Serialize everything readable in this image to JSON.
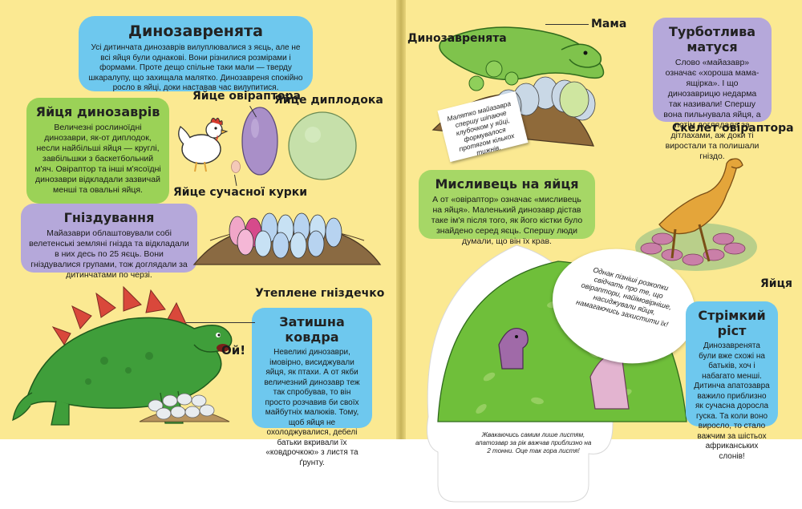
{
  "left": {
    "intro": {
      "title": "Динозавренята",
      "text": "Усі дитинчата динозаврів вилуплювалися з яєць, але не всі яйця були однакові. Вони різнилися розмірами і формами. Проте дещо спільне таки мали — тверду шкаралупу, що захищала малятко. Динозавреня спокійно росло в яйці, доки наставав час вилупитися."
    },
    "eggs": {
      "title": "Яйця динозаврів",
      "text": "Величезні рослиноїдні динозаври, як-от диплодок, несли найбільші яйця — круглі, завбільшки з баскетбольний м'яч. Овіраптор та інші м'ясоїдні динозаври відкладали зазвичай менші та овальні яйця."
    },
    "nesting": {
      "title": "Гніздування",
      "text": "Майазаври облаштовували собі велетенські земляні гнізда та відкладали в них десь по 25 яєць. Вони гніздувалися групами, тож доглядали за дитинчатами по черзі."
    },
    "blanket": {
      "title": "Затишна ковдра",
      "text": "Невеликі динозаври, імовірно, висиджували яйця, як птахи. А от якби величезний динозавр теж так спробував, то він просто розчавив би своїх майбутніх малюків. Тому, щоб яйця не охолоджувалися, дебелі батьки вкривали їх «ковдрочкою» з листя та ґрунту."
    },
    "labels": {
      "oviraptor_egg": "Яйце овіраптора",
      "diplodocus_egg": "Яйце диплодока",
      "chicken_egg": "Яйце сучасної курки",
      "warm_nest": "Утеплене гніздечко",
      "oi": "Ой!"
    }
  },
  "right": {
    "labels": {
      "baby_dinos": "Динозавренята",
      "mama": "Мама",
      "skeleton": "Скелет овіраптора",
      "eggs": "Яйця"
    },
    "caring_mom": {
      "title": "Турботлива матуся",
      "text": "Слово «майазавр» означає «хороша мама-ящірка». І що динозаврицю недарма так називали! Спершу вона пильнувала яйця, а потім доглядала за дітлахами, аж доки ті виростали та полишали гніздо."
    },
    "hunter": {
      "title": "Мисливець на яйця",
      "text": "А от «овіраптор» означає «мисливець на яйця». Маленький динозавр дістав таке ім'я після того, як його кістки було знайдено серед яєць. Спершу люди думали, що він їх крав."
    },
    "growth": {
      "title": "Стрімкий ріст",
      "text": "Динозавренята були вже схожі на батьків, хоч і набагато менші. Дитинча апатозавра важило приблизно як сучасна доросла гуска. Та коли воно виросло, то стало важчим за шістьох африканських слонів!"
    },
    "note_nest": "Малятко майазавра спершу шіпаюче клубочком у яйці, формувалося протягом кількох тижнів.",
    "note_flap": "Однак пізніші розкопки свідчать про те, що овіраптори, найімовірніше, насиджували яйця, намагаючись захистити їх!",
    "note_bottom": "Жвакаючись самим лише листям, апатозавр за рік важчав приблизно на 2 тонни. Оце так гора листя!"
  },
  "colors": {
    "page": "#fbe992",
    "blue_box": "#6ec8ee",
    "green_box": "#9bd257",
    "purple_box": "#b5a8da",
    "leaves": "#6fbf3a",
    "stegosaurus": "#3f9e3a",
    "plates": "#d9483b"
  }
}
